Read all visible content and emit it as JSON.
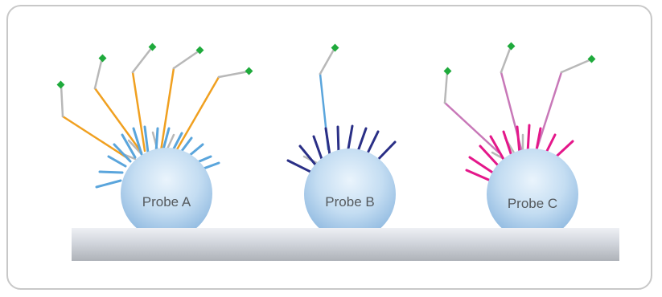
{
  "probes": [
    {
      "label": "Probe A"
    },
    {
      "label": "Probe B"
    },
    {
      "label": "Probe C"
    }
  ],
  "colors": {
    "panel_border": "#c8c8c8",
    "sphere": "#b9d6ef",
    "substrate": "#d0d4db",
    "linker_gray": "#b8b8b8",
    "probe_a_strands": "#5aa5dc",
    "probe_a_linker": "#f0a020",
    "probe_b_strands": "#2a2f86",
    "probe_b_linker": "#5aa5dc",
    "probe_c_strands": "#e4178a",
    "probe_c_linker": "#c878b8",
    "tag": "#1faa3c"
  }
}
